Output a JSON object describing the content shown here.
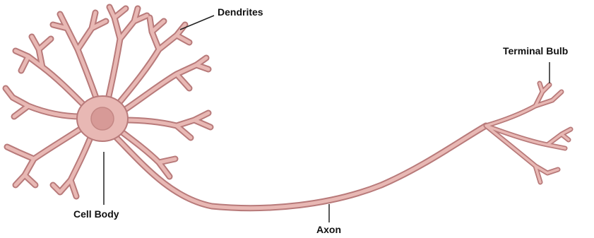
{
  "labels": {
    "dendrites": "Dendrites",
    "terminal_bulb": "Terminal Bulb",
    "cell_body": "Cell Body",
    "axon": "Axon"
  },
  "colors": {
    "membrane_outline": "#b87a7a",
    "membrane_fill": "#e8b8b4",
    "nucleus": "#d79a97",
    "leader_line": "#222222"
  }
}
